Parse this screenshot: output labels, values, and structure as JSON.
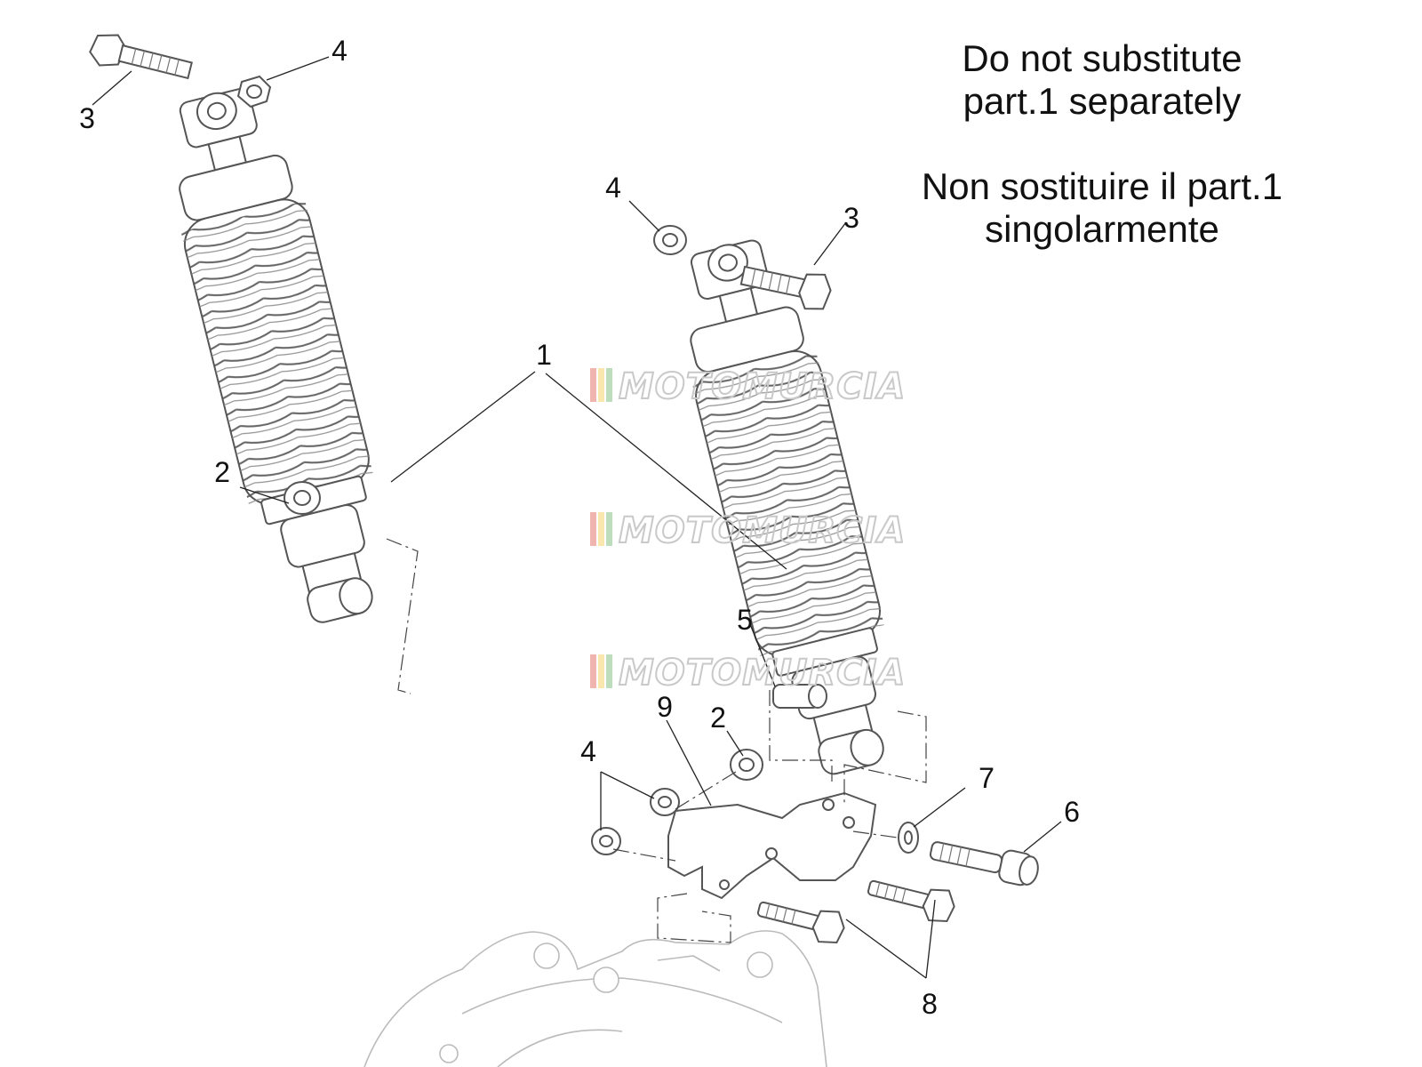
{
  "notes": {
    "english": [
      "Do not substitute",
      "part.1 separately"
    ],
    "italian": [
      "Non sostituire il part.1",
      "singolarmente"
    ]
  },
  "watermark": {
    "text": "MOTOMURCIA",
    "stripe_colors": [
      "#e05a4f",
      "#f2c94c",
      "#6fb36b",
      "#5b8fd6"
    ]
  },
  "callouts": {
    "c1": "1",
    "c2a": "2",
    "c2b": "2",
    "c3a": "3",
    "c3b": "3",
    "c4a": "4",
    "c4b": "4",
    "c4c": "4",
    "c5": "5",
    "c6": "6",
    "c7": "7",
    "c8": "8",
    "c9": "9"
  }
}
